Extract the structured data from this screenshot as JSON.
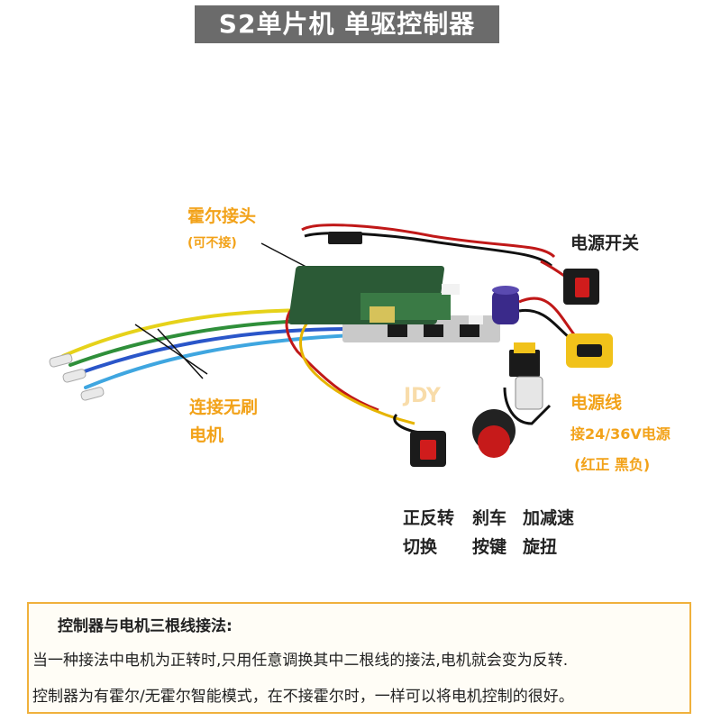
{
  "title": "S2单片机 单驱控制器",
  "labels": {
    "hall_connector": "霍尔接头",
    "hall_optional": "(可不接)",
    "power_switch": "电源开关",
    "connect_motor_1": "连接无刷",
    "connect_motor_2": "电机",
    "power_line": "电源线",
    "power_spec": "接24/36V电源",
    "power_polarity": "(红正 黑负)",
    "fwd_rev_1": "正反转",
    "fwd_rev_2": "切换",
    "brake_1": "刹车",
    "brake_2": "按键",
    "speed_1": "加减速",
    "speed_2": "旋扭"
  },
  "watermark": "JDY",
  "note": {
    "title": "控制器与电机三根线接法:",
    "line1": "当一种接法中电机为正转时,只用任意调换其中二根线的接法,电机就会变为反转.",
    "line2": "控制器为有霍尔/无霍尔智能模式，在不接霍尔时，一样可以将电机控制的很好。"
  },
  "colors": {
    "accent_orange": "#f2a219",
    "title_bg": "#6b6b6b",
    "note_border": "#f0b13c"
  }
}
